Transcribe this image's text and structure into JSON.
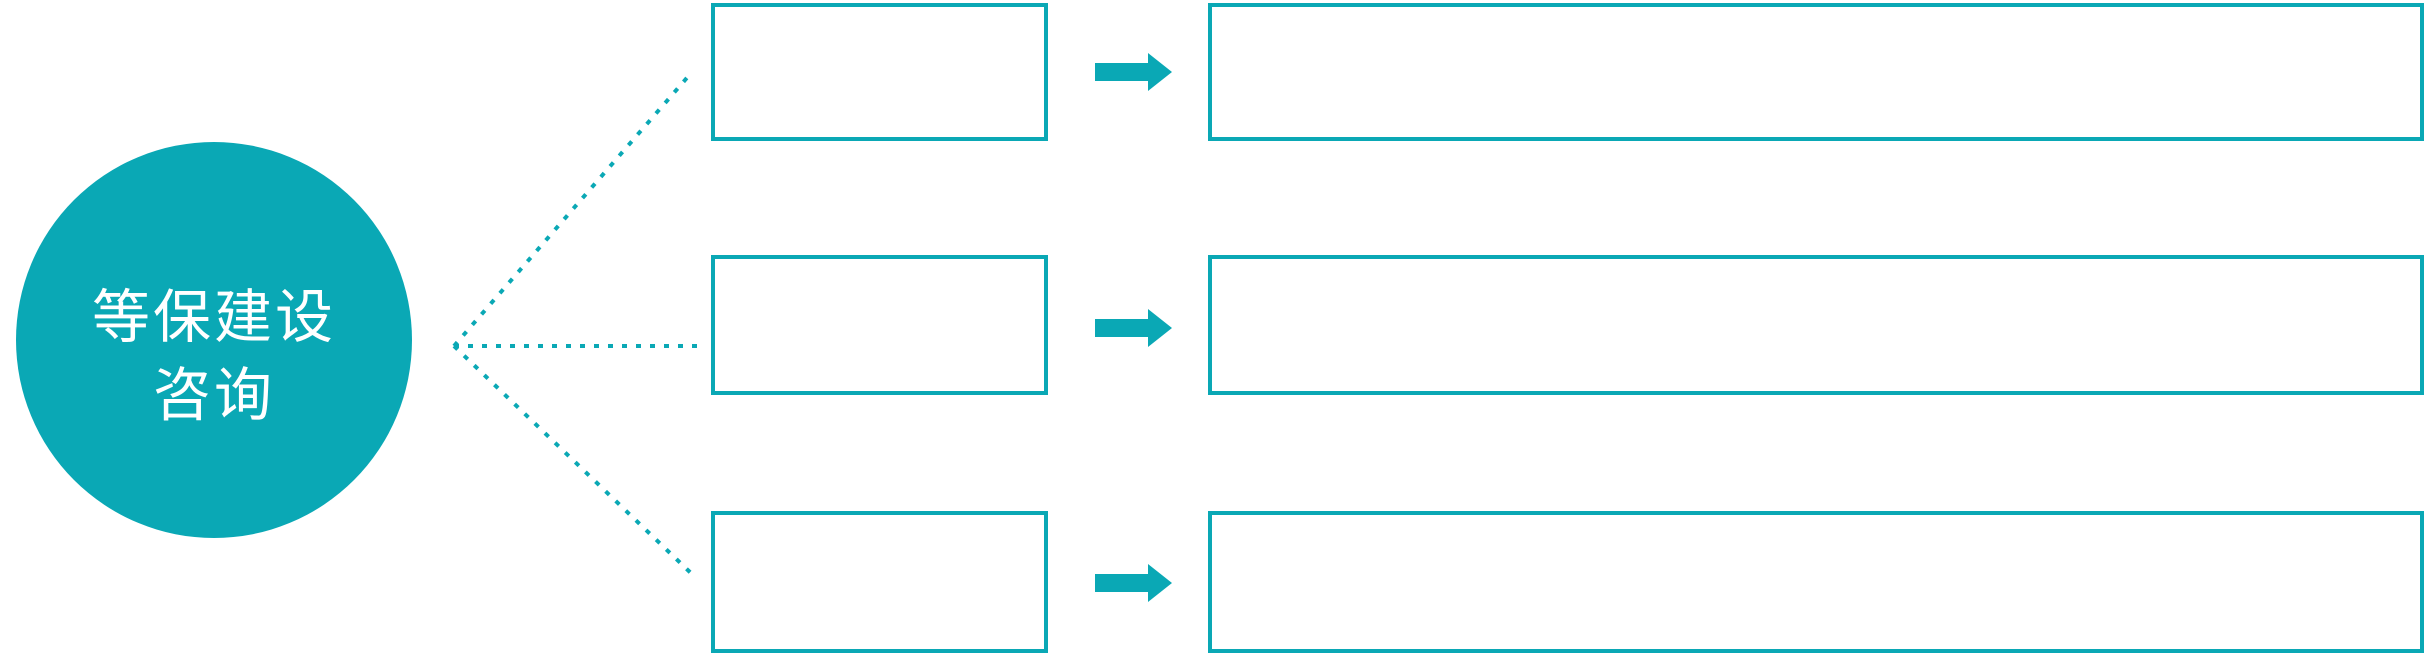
{
  "diagram": {
    "center_node": {
      "label_line1": "等保建设",
      "label_line2": "咨询"
    },
    "rows": [
      {
        "step_label": "",
        "detail_label": ""
      },
      {
        "step_label": "",
        "detail_label": ""
      },
      {
        "step_label": "",
        "detail_label": ""
      }
    ],
    "icons": {
      "arrow": "arrow-right-icon",
      "connector": "dotted-connector"
    },
    "colors": {
      "accent": "#0AA8B5",
      "node_text": "#FFFFFF",
      "background": "#FFFFFF"
    }
  }
}
